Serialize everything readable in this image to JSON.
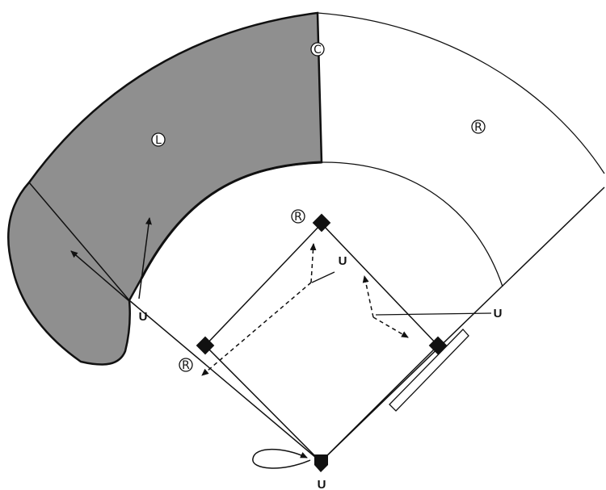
{
  "colors": {
    "shaded_zone": "#8f8f8f",
    "line": "#111111",
    "background": "#ffffff"
  },
  "zones": {
    "left_label": "L",
    "center_label": "C",
    "right_label": "R"
  },
  "runner_markers": {
    "second_base": "R",
    "first_base": "R"
  },
  "umpires": {
    "left_outfield": "U",
    "infield_center": "U",
    "first_base_line": "U",
    "home_plate": "U"
  },
  "icons": {
    "base": "diamond-base-icon",
    "home_plate": "home-plate-icon",
    "movement": "arrow-icon"
  }
}
